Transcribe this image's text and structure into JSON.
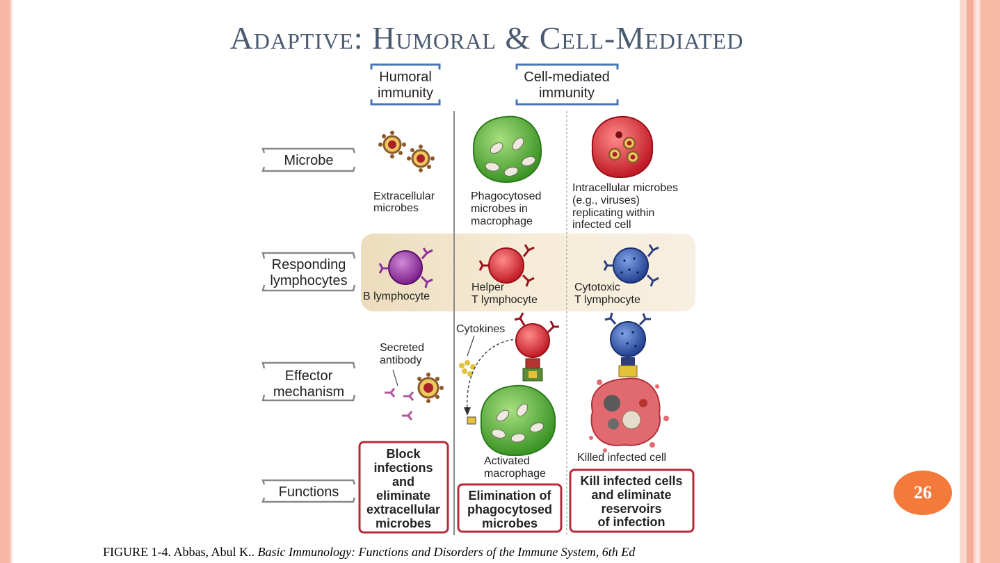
{
  "slide": {
    "title": "Adaptive:  Humoral & Cell-Mediated",
    "page_number": "26"
  },
  "caption": {
    "prefix": "FIGURE 1-4.  Abbas, Abul K.. ",
    "book_title": "Basic Immunology: Functions and Disorders of the Immune System, 6th Ed"
  },
  "diagram": {
    "column_headers": {
      "humoral": [
        "Humoral",
        "immunity"
      ],
      "cell_mediated": [
        "Cell-mediated",
        "immunity"
      ]
    },
    "row_labels": {
      "microbe": [
        "Microbe"
      ],
      "responding": [
        "Responding",
        "lymphocytes"
      ],
      "effector": [
        "Effector",
        "mechanism"
      ],
      "functions": [
        "Functions"
      ]
    },
    "microbe_captions": {
      "extracellular": [
        "Extracellular",
        "microbes"
      ],
      "phagocytosed": [
        "Phagocytosed",
        "microbes in",
        "macrophage"
      ],
      "intracellular": [
        "Intracellular microbes",
        "(e.g., viruses)",
        "replicating within",
        "infected cell"
      ]
    },
    "lymphocytes": {
      "b": [
        "B lymphocyte"
      ],
      "helper": [
        "Helper",
        "T lymphocyte"
      ],
      "cytotoxic": [
        "Cytotoxic",
        "T lymphocyte"
      ]
    },
    "effector_labels": {
      "secreted_antibody": [
        "Secreted",
        "antibody"
      ],
      "cytokines": [
        "Cytokines"
      ],
      "activated_macrophage": [
        "Activated",
        "macrophage"
      ],
      "killed_cell": [
        "Killed infected cell"
      ]
    },
    "functions": {
      "humoral": [
        "Block",
        "infections",
        "and",
        "eliminate",
        "extracellular",
        "microbes"
      ],
      "macrophage": [
        "Elimination of",
        "phagocytosed",
        "microbes"
      ],
      "cytotoxic": [
        "Kill infected cells",
        "and eliminate",
        "reservoirs",
        "of infection"
      ]
    },
    "colors": {
      "header_bracket": "#4a74b8",
      "function_border": "#b52a3a",
      "responding_band": "#f1e6cf",
      "b_cell": "#8e2f9a",
      "helper_t": "#d8252f",
      "cytotoxic_t": "#2c4ea0",
      "macrophage": "#59b13a",
      "infected_cell": "#d5212d",
      "microbe": "#8a5a2b"
    }
  }
}
